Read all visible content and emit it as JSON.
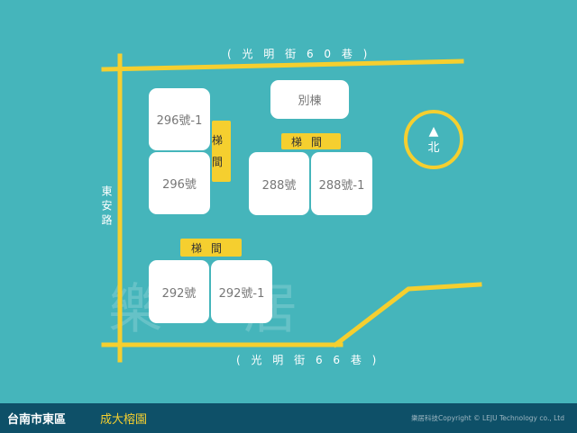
{
  "map": {
    "roads": {
      "top": "( 光 明 街 6 0 巷 )",
      "bottom": "( 光 明 街 6 6 巷 )",
      "left": "東安路"
    },
    "buildings": [
      "296號-1",
      "296號",
      "別棟",
      "288號",
      "288號-1",
      "292號",
      "292號-1"
    ],
    "stairs": [
      "梯間",
      "梯間",
      "梯間"
    ],
    "north": "北",
    "watermark": "樂居"
  },
  "footer": {
    "city": "台南市東區",
    "project": "成大榕園",
    "copyright": "樂居科技Copyright © LEJU Technology co., Ltd"
  },
  "colors": {
    "background": "#45b5bb",
    "road": "#f5cf2f",
    "footer": "#0e5068"
  }
}
